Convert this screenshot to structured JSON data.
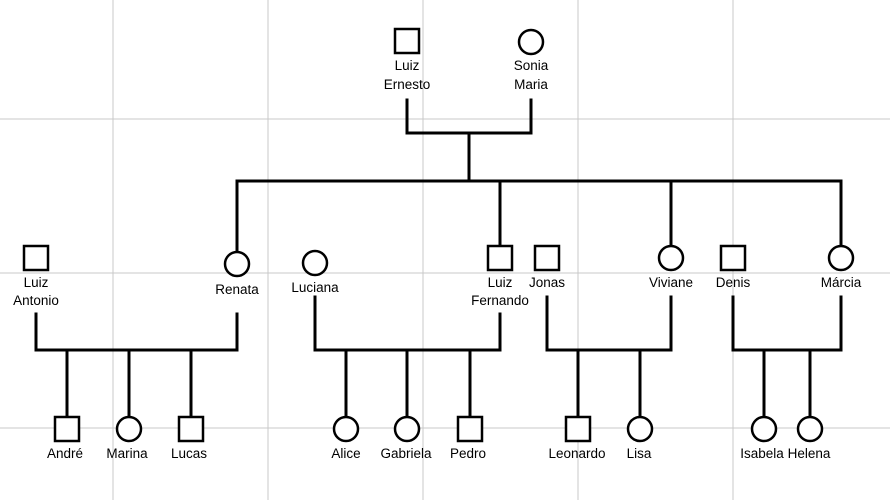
{
  "people": {
    "luiz_ernesto": {
      "line1": "Luiz",
      "line2": "Ernesto",
      "sex": "male"
    },
    "sonia_maria": {
      "line1": "Sonia",
      "line2": "Maria",
      "sex": "female"
    },
    "luiz_antonio": {
      "line1": "Luiz",
      "line2": "Antonio",
      "sex": "male"
    },
    "renata": {
      "line1": "Renata",
      "sex": "female"
    },
    "luciana": {
      "line1": "Luciana",
      "sex": "female"
    },
    "luiz_fernando": {
      "line1": "Luiz",
      "line2": "Fernando",
      "sex": "male"
    },
    "jonas": {
      "line1": "Jonas",
      "sex": "male"
    },
    "viviane": {
      "line1": "Viviane",
      "sex": "female"
    },
    "denis": {
      "line1": "Denis",
      "sex": "male"
    },
    "marcia": {
      "line1": "Márcia",
      "sex": "female"
    },
    "andre": {
      "line1": "André",
      "sex": "male"
    },
    "marina": {
      "line1": "Marina",
      "sex": "female"
    },
    "lucas": {
      "line1": "Lucas",
      "sex": "male"
    },
    "alice": {
      "line1": "Alice",
      "sex": "female"
    },
    "gabriela": {
      "line1": "Gabriela",
      "sex": "female"
    },
    "pedro": {
      "line1": "Pedro",
      "sex": "male"
    },
    "leonardo": {
      "line1": "Leonardo",
      "sex": "male"
    },
    "lisa": {
      "line1": "Lisa",
      "sex": "female"
    },
    "isabela": {
      "line1": "Isabela",
      "sex": "female"
    },
    "helena": {
      "line1": "Helena",
      "sex": "female"
    }
  },
  "families": [
    {
      "parents": [
        "luiz_ernesto",
        "sonia_maria"
      ],
      "children": [
        "renata",
        "luiz_fernando",
        "viviane",
        "marcia"
      ]
    },
    {
      "parents": [
        "luiz_antonio",
        "renata"
      ],
      "children": [
        "andre",
        "marina",
        "lucas"
      ]
    },
    {
      "parents": [
        "luciana",
        "luiz_fernando"
      ],
      "children": [
        "alice",
        "gabriela",
        "pedro"
      ]
    },
    {
      "parents": [
        "jonas",
        "viviane"
      ],
      "children": [
        "leonardo",
        "lisa"
      ]
    },
    {
      "parents": [
        "denis",
        "marcia"
      ],
      "children": [
        "isabela",
        "helena"
      ]
    }
  ]
}
